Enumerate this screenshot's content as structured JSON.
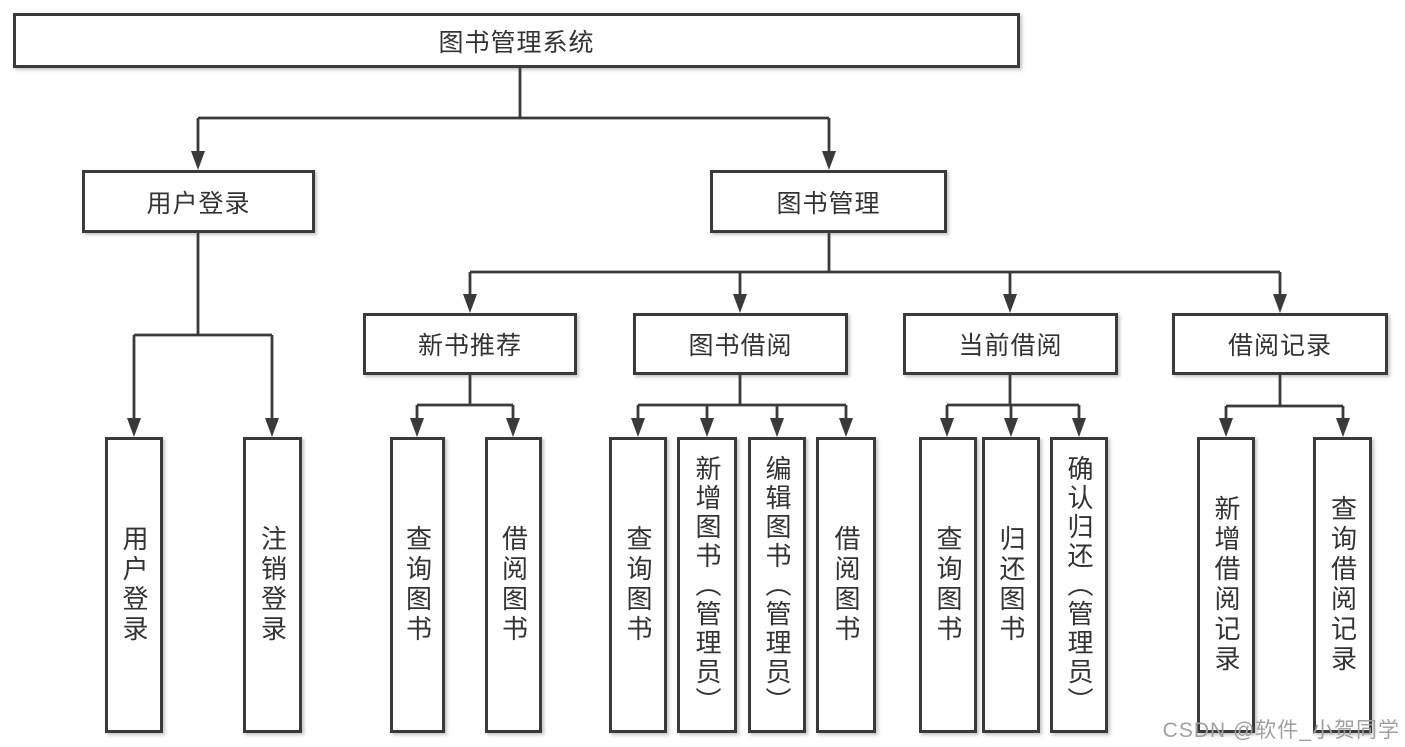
{
  "diagram": {
    "title": "图书管理系统",
    "root": {
      "label": "图书管理系统"
    },
    "branches": [
      {
        "label": "用户登录",
        "children": [
          {
            "label": "用户登录"
          },
          {
            "label": "注销登录"
          }
        ]
      },
      {
        "label": "图书管理",
        "groups": [
          {
            "label": "新书推荐",
            "children": [
              {
                "label": "查询图书"
              },
              {
                "label": "借阅图书"
              }
            ]
          },
          {
            "label": "图书借阅",
            "children": [
              {
                "label": "查询图书"
              },
              {
                "label": "新增图书（管理员）"
              },
              {
                "label": "编辑图书（管理员）"
              },
              {
                "label": "借阅图书"
              }
            ]
          },
          {
            "label": "当前借阅",
            "children": [
              {
                "label": "查询图书"
              },
              {
                "label": "归还图书"
              },
              {
                "label": "确认归还（管理员）"
              }
            ]
          },
          {
            "label": "借阅记录",
            "children": [
              {
                "label": "新增借阅记录"
              },
              {
                "label": "查询借阅记录"
              }
            ]
          }
        ]
      }
    ]
  },
  "watermark": {
    "text": "CSDN @软件_小贺同学"
  },
  "colors": {
    "line": "#3a3a3a",
    "text": "#333333",
    "watermark": "#a0a0a0",
    "background": "#ffffff"
  }
}
